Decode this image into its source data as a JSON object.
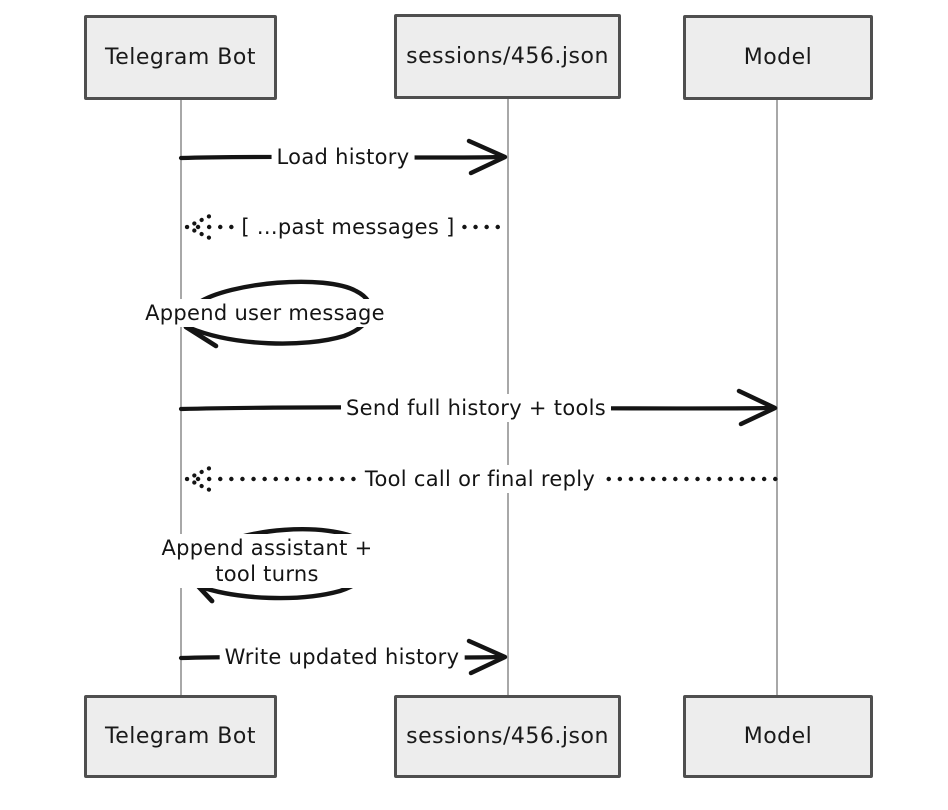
{
  "style": {
    "background": "#ffffff",
    "box_fill": "#ededed",
    "box_border": "#4f4f4f",
    "lifeline_color": "#a8a8a8",
    "ink": "#141414"
  },
  "actors": [
    {
      "name": "Telegram Bot"
    },
    {
      "name": "sessions/456.json"
    },
    {
      "name": "Model"
    }
  ],
  "messages": [
    {
      "label": "Load history",
      "from": "Telegram Bot",
      "to": "sessions/456.json",
      "line": "solid"
    },
    {
      "label": "[ ...past messages ]",
      "from": "sessions/456.json",
      "to": "Telegram Bot",
      "line": "dotted"
    },
    {
      "label": "Append user message",
      "from": "Telegram Bot",
      "to": "Telegram Bot",
      "line": "self-loop"
    },
    {
      "label": "Send full history + tools",
      "from": "Telegram Bot",
      "to": "Model",
      "line": "solid"
    },
    {
      "label": "Tool call or final reply",
      "from": "Model",
      "to": "Telegram Bot",
      "line": "dotted"
    },
    {
      "label": "Append assistant + tool turns",
      "label_lines": [
        "Append assistant +",
        "tool turns"
      ],
      "from": "Telegram Bot",
      "to": "Telegram Bot",
      "line": "self-loop"
    },
    {
      "label": "Write updated history",
      "from": "Telegram Bot",
      "to": "sessions/456.json",
      "line": "solid"
    }
  ]
}
